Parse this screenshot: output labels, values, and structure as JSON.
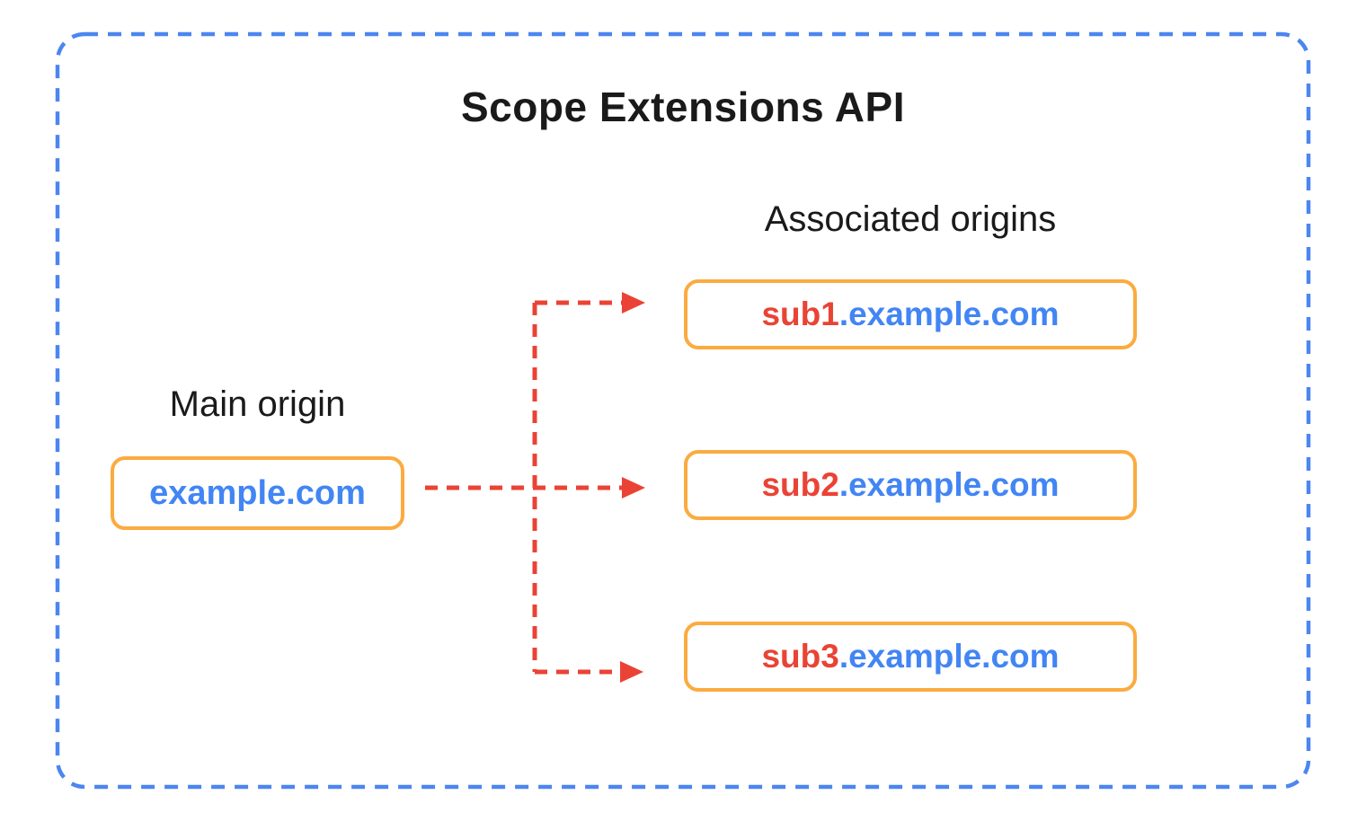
{
  "diagram": {
    "title": "Scope Extensions API",
    "main_origin": {
      "label": "Main origin",
      "domain": "example.com"
    },
    "associated_origins": {
      "label": "Associated origins",
      "items": [
        {
          "subdomain": "sub1",
          "suffix": ".example.com"
        },
        {
          "subdomain": "sub2",
          "suffix": ".example.com"
        },
        {
          "subdomain": "sub3",
          "suffix": ".example.com"
        }
      ]
    },
    "colors": {
      "frame_blue": "#4c86f0",
      "domain_blue": "#4285f4",
      "subdomain_red": "#ea4335",
      "arrow_red": "#ea4335",
      "box_border_orange": "#fbab40",
      "title_black": "#1a1a1a",
      "background": "#ffffff"
    }
  }
}
